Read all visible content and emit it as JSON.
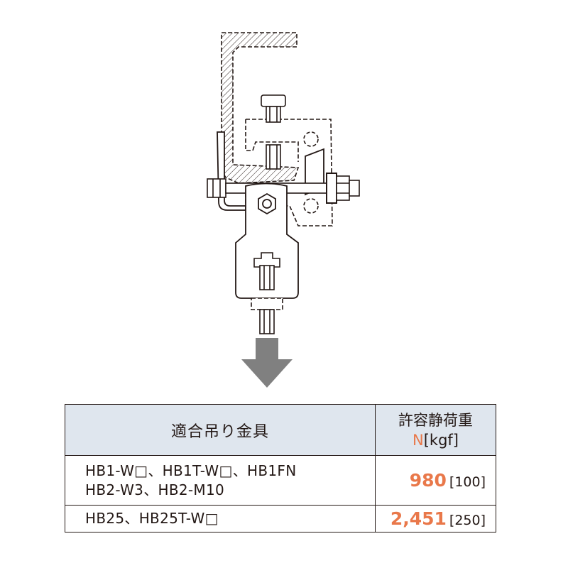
{
  "colors": {
    "accent_orange": "#e9784a",
    "header_fill": "#dfe6ee",
    "line": "#231815",
    "arrow": "#808080"
  },
  "icons": {
    "down_arrow": "arrow-down-icon"
  },
  "table": {
    "header": {
      "fittings": "適合吊り金具",
      "allowable_load": "許容静荷重",
      "unit_n": "N",
      "unit_kgf": "[kgf]"
    },
    "rows": [
      {
        "fittings_line1": "HB1-W□、HB1T-W□、HB1FN",
        "fittings_line2": "HB2-W3、HB2-M10",
        "load_n": "980",
        "load_kgf": "[100]"
      },
      {
        "fittings_line1": "HB25、HB25T-W□",
        "load_n": "2,451",
        "load_kgf": "[250]"
      }
    ]
  }
}
